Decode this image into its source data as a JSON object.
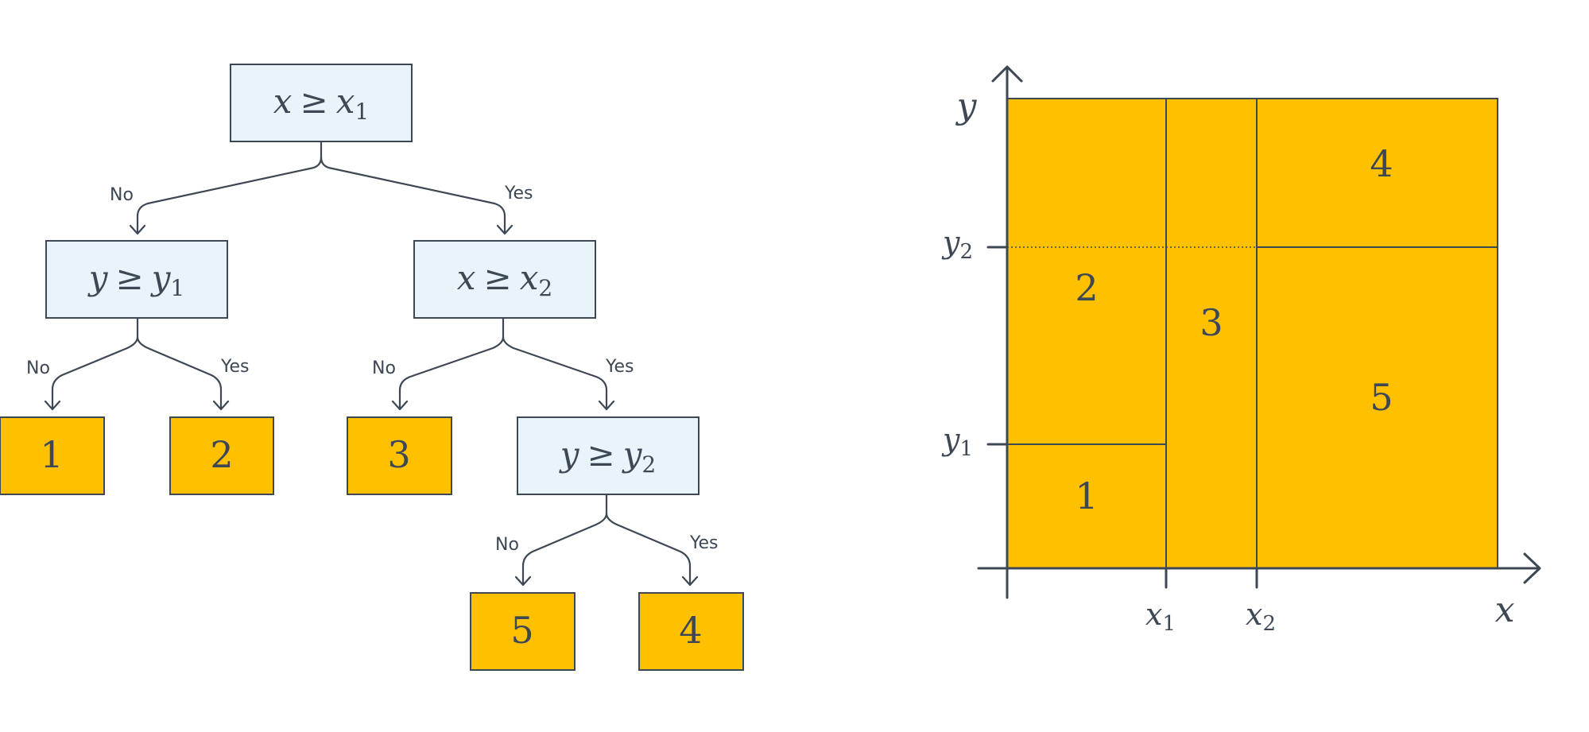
{
  "tree": {
    "root": {
      "var": "x",
      "op": "≥",
      "thr": "x",
      "sub": "1"
    },
    "n_left": {
      "var": "y",
      "op": "≥",
      "thr": "y",
      "sub": "1"
    },
    "n_right": {
      "var": "x",
      "op": "≥",
      "thr": "x",
      "sub": "2"
    },
    "n_rr": {
      "var": "y",
      "op": "≥",
      "thr": "y",
      "sub": "2"
    },
    "branch_no": "No",
    "branch_yes": "Yes",
    "leaves": {
      "l1": "1",
      "l2": "2",
      "l3": "3",
      "l5": "5",
      "l4": "4"
    }
  },
  "plot": {
    "x_axis_label": "x",
    "y_axis_label": "y",
    "x_ticks": [
      {
        "var": "x",
        "sub": "1"
      },
      {
        "var": "x",
        "sub": "2"
      }
    ],
    "y_ticks": [
      {
        "var": "y",
        "sub": "1"
      },
      {
        "var": "y",
        "sub": "2"
      }
    ],
    "regions": {
      "r1": "1",
      "r2": "2",
      "r3": "3",
      "r4": "4",
      "r5": "5"
    }
  },
  "colors": {
    "leaf": "#ffc000",
    "decision": "#e8f4fa",
    "line": "#3d4854"
  }
}
